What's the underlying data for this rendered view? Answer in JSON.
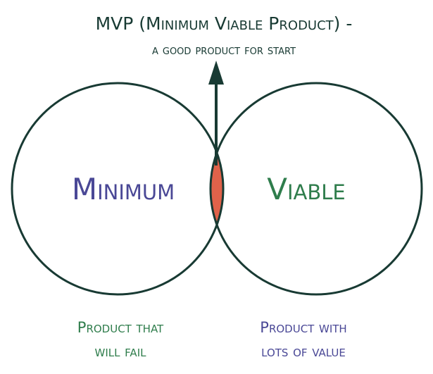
{
  "title": {
    "line1": "MVP (Minimum Viable Product) -",
    "line2": "a good product for start"
  },
  "circles": {
    "left": {
      "label": "Minimum",
      "color": "#4a4896"
    },
    "right": {
      "label": "Viable",
      "color": "#2f7d4c"
    }
  },
  "captions": {
    "left": {
      "line1": "Product that",
      "line2": "will fail",
      "color": "#2f7d4c"
    },
    "right": {
      "line1": "Product with",
      "line2": "lots of value",
      "color": "#4a4896"
    }
  },
  "colors": {
    "outline": "#183a33",
    "intersection": "#e0624a",
    "arrow": "#183a33"
  },
  "icons": {
    "arrow": "arrow-up-icon"
  }
}
